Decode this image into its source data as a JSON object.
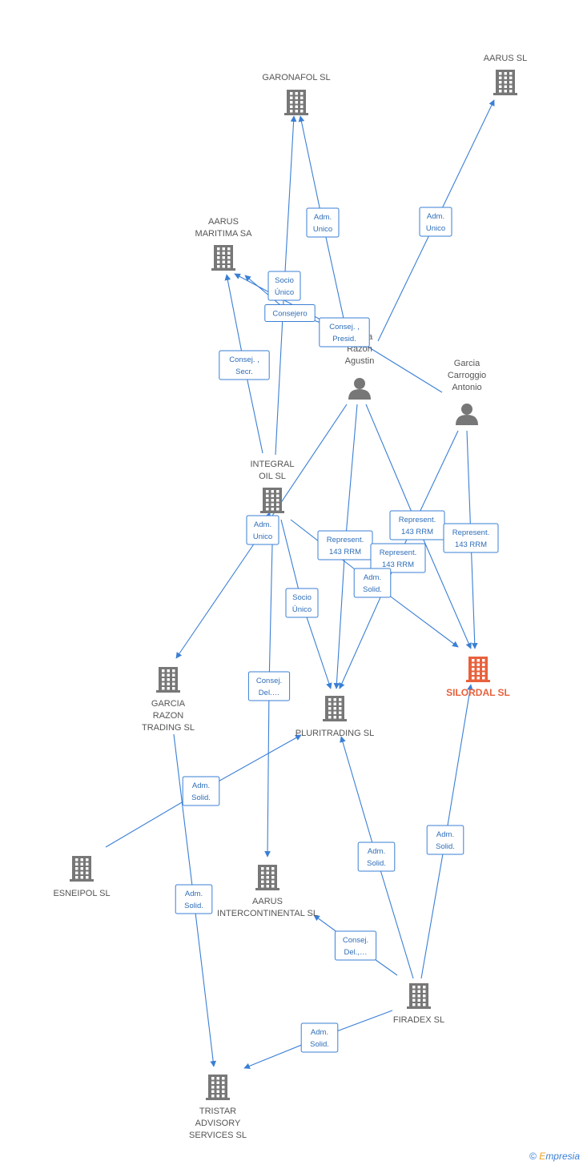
{
  "colors": {
    "accent": "#3a7fd5",
    "node": "#777777",
    "highlight": "#e8613c"
  },
  "nodes": [
    {
      "id": "garonafol",
      "type": "company",
      "icon": "building-icon",
      "label": [
        "GARONAFOL SL"
      ]
    },
    {
      "id": "aarus_sl",
      "type": "company",
      "icon": "building-icon",
      "label": [
        "AARUS SL"
      ]
    },
    {
      "id": "aarus_maritima",
      "type": "company",
      "icon": "building-icon",
      "label": [
        "AARUS",
        "MARITIMA SA"
      ]
    },
    {
      "id": "garcia_razon_agustin",
      "type": "person",
      "icon": "person-icon",
      "label": [
        "Garcia",
        "Razon",
        "Agustin"
      ]
    },
    {
      "id": "garcia_carroggio",
      "type": "person",
      "icon": "person-icon",
      "label": [
        "Garcia",
        "Carroggio",
        "Antonio"
      ]
    },
    {
      "id": "integral_oil",
      "type": "company",
      "icon": "building-icon",
      "label": [
        "INTEGRAL",
        "OIL SL"
      ]
    },
    {
      "id": "silordal",
      "type": "company",
      "icon": "building-icon",
      "highlight": true,
      "label": [
        "SILORDAL SL"
      ]
    },
    {
      "id": "garcia_razon_trading",
      "type": "company",
      "icon": "building-icon",
      "label": [
        "GARCIA",
        "RAZON",
        "TRADING SL"
      ]
    },
    {
      "id": "pluritrading",
      "type": "company",
      "icon": "building-icon",
      "label": [
        "PLURITRADING SL"
      ]
    },
    {
      "id": "esneipol",
      "type": "company",
      "icon": "building-icon",
      "label": [
        "ESNEIPOL SL"
      ]
    },
    {
      "id": "aarus_intercontinental",
      "type": "company",
      "icon": "building-icon",
      "label": [
        "AARUS",
        "INTERCONTINENTAL SL"
      ]
    },
    {
      "id": "firadex",
      "type": "company",
      "icon": "building-icon",
      "label": [
        "FIRADEX SL"
      ]
    },
    {
      "id": "tristar",
      "type": "company",
      "icon": "building-icon",
      "label": [
        "TRISTAR",
        "ADVISORY",
        "SERVICES  SL"
      ]
    }
  ],
  "edges": [
    {
      "from": "garcia_razon_agustin",
      "to": "garonafol",
      "label": [
        "Adm.",
        "Unico"
      ]
    },
    {
      "from": "garcia_razon_agustin",
      "to": "aarus_sl",
      "label": [
        "Adm.",
        "Unico"
      ]
    },
    {
      "from": "integral_oil",
      "to": "garonafol",
      "label": [
        "Socio",
        "Único"
      ]
    },
    {
      "from": "garcia_razon_agustin",
      "to": "aarus_maritima",
      "label": [
        "Consejero"
      ]
    },
    {
      "from": "garcia_carroggio",
      "to": "aarus_maritima",
      "label": [
        "Consej. ,",
        "Presid."
      ]
    },
    {
      "from": "integral_oil",
      "to": "aarus_maritima",
      "label": [
        "Consej. ,",
        "Secr."
      ]
    },
    {
      "from": "garcia_razon_agustin",
      "to": "integral_oil",
      "label": [
        "Adm.",
        "Unico"
      ]
    },
    {
      "from": "garcia_razon_agustin",
      "to": "pluritrading",
      "label": [
        "Represent.",
        "143 RRM"
      ]
    },
    {
      "from": "garcia_razon_agustin",
      "to": "silordal",
      "label": [
        "Represent.",
        "143 RRM"
      ]
    },
    {
      "from": "garcia_carroggio",
      "to": "pluritrading",
      "label": [
        "Represent.",
        "143 RRM"
      ]
    },
    {
      "from": "garcia_carroggio",
      "to": "silordal",
      "label": [
        "Represent.",
        "143 RRM"
      ]
    },
    {
      "from": "integral_oil",
      "to": "silordal",
      "label": [
        "Adm.",
        "Solid."
      ]
    },
    {
      "from": "integral_oil",
      "to": "pluritrading",
      "label": [
        "Socio",
        "Único"
      ]
    },
    {
      "from": "integral_oil",
      "to": "garcia_razon_trading",
      "label": []
    },
    {
      "from": "integral_oil",
      "to": "aarus_intercontinental",
      "label": [
        "Consej.",
        "Del.…"
      ]
    },
    {
      "from": "esneipol",
      "to": "pluritrading",
      "label": [
        "Adm.",
        "Solid."
      ]
    },
    {
      "from": "garcia_razon_trading",
      "to": "tristar",
      "label": [
        "Adm.",
        "Solid."
      ]
    },
    {
      "from": "firadex",
      "to": "pluritrading",
      "label": [
        "Adm.",
        "Solid."
      ]
    },
    {
      "from": "firadex",
      "to": "silordal",
      "label": [
        "Adm.",
        "Solid."
      ]
    },
    {
      "from": "firadex",
      "to": "aarus_intercontinental",
      "label": [
        "Consej.",
        "Del.,…"
      ]
    },
    {
      "from": "firadex",
      "to": "tristar",
      "label": [
        "Adm.",
        "Solid."
      ]
    }
  ],
  "footer": {
    "copyright": "©",
    "brand_initial": "E",
    "brand_rest": "mpresia"
  }
}
